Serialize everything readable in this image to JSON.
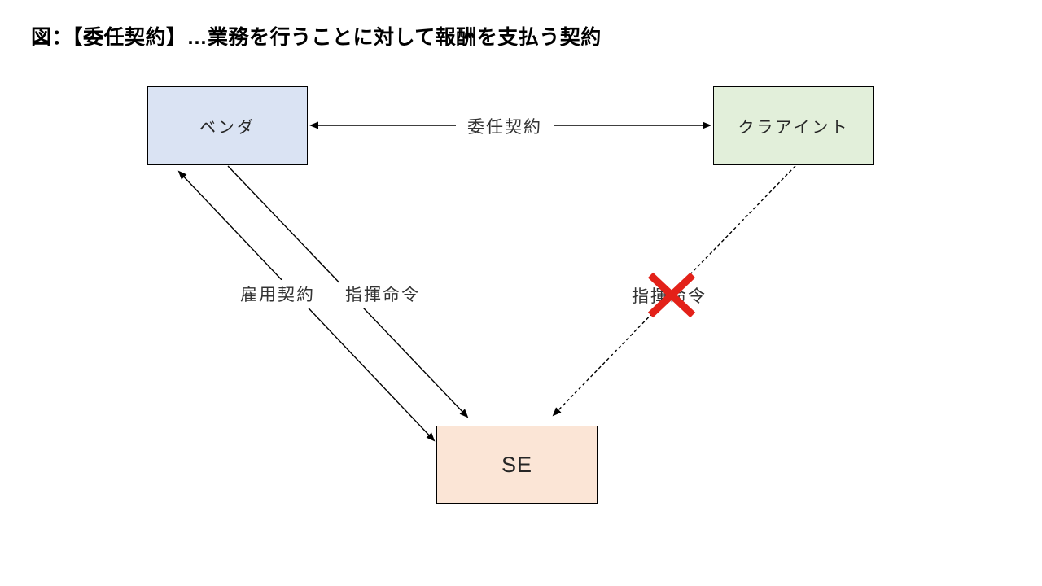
{
  "title": "図：【委任契約】…業務を行うことに対して報酬を支払う契約",
  "nodes": {
    "vendor": {
      "label": "ベンダ",
      "fill": "#dae3f3"
    },
    "client": {
      "label": "クラアイント",
      "fill": "#e2efda"
    },
    "se": {
      "label": "SE",
      "fill": "#fbe5d6"
    }
  },
  "edges": {
    "delegation": {
      "label": "委任契約",
      "from": "vendor",
      "to": "client",
      "style": "solid",
      "arrows": "both",
      "crossed_out": false
    },
    "employment": {
      "label": "雇用契約",
      "from": "vendor",
      "to": "se",
      "style": "solid",
      "arrows": "both",
      "crossed_out": false
    },
    "command_vendor": {
      "label": "指揮命令",
      "from": "vendor",
      "to": "se",
      "style": "solid",
      "arrows": "end",
      "crossed_out": false
    },
    "command_client": {
      "label": "指揮命令",
      "from": "client",
      "to": "se",
      "style": "dashed",
      "arrows": "end",
      "crossed_out": true
    }
  },
  "colors": {
    "line": "#000000",
    "cross": "#e32119",
    "vendor_fill": "#dae3f3",
    "client_fill": "#e2efda",
    "se_fill": "#fbe5d6",
    "background": "#ffffff"
  }
}
